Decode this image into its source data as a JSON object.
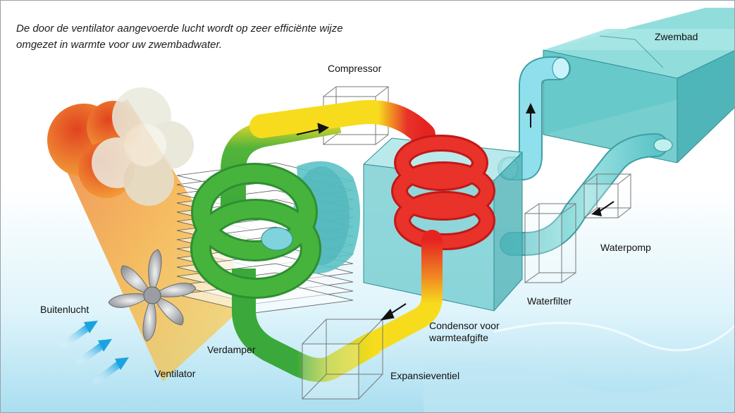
{
  "caption": {
    "line1": "De door de ventilator aangevoerde lucht wordt op zeer efficiënte wijze",
    "line2": "omgezet in warmte voor uw zwembadwater."
  },
  "labels": {
    "zwembad": "Zwembad",
    "compressor": "Compressor",
    "waterpomp": "Waterpomp",
    "waterfilter": "Waterfilter",
    "buitenlucht": "Buitenlucht",
    "verdamper": "Verdamper",
    "ventilator": "Ventilator",
    "condensor_line1": "Condensor voor",
    "condensor_line2": "warmteafgifte",
    "expansieventiel": "Expansieventiel"
  },
  "colors": {
    "hot_refrigerant": "#e52421",
    "warm_refrigerant": "#f7dc1e",
    "cold_refrigerant": "#3aa83a",
    "pool_water": "#6fcfcf",
    "warm_air": "#f59a23",
    "water_background": "#c7ecf7"
  }
}
